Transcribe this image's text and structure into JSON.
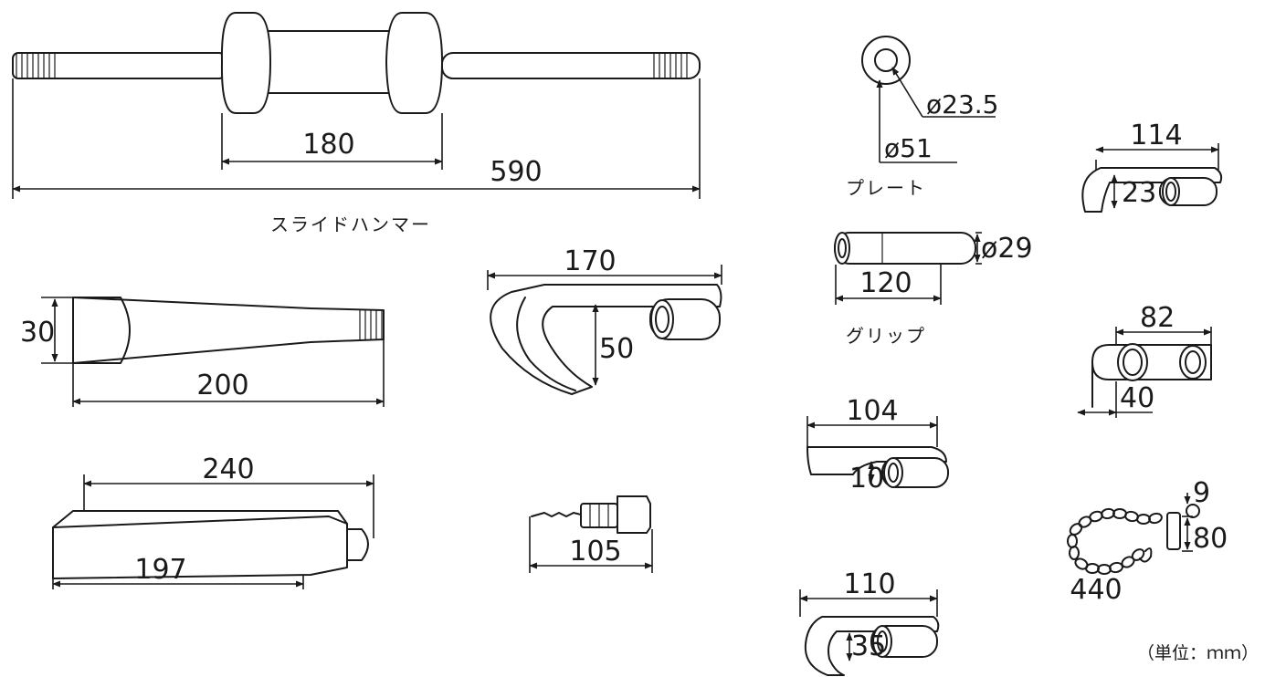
{
  "labels": {
    "slide_hammer": "スライドハンマー",
    "plate": "プレート",
    "grip": "グリップ",
    "unit": "（単位：ｍｍ）"
  },
  "dimensions": {
    "slide_hammer_weight_span": "180",
    "slide_hammer_length": "590",
    "plate_inner_diameter": "ø23.5",
    "plate_outer_diameter": "ø51",
    "hook_114_length": "114",
    "hook_114_height": "23",
    "grip_diameter": "ø29",
    "grip_length": "120",
    "chisel_width": "30",
    "chisel_length": "200",
    "hook_170_length": "170",
    "hook_170_height": "50",
    "double_hook_length": "82",
    "double_hook_offset": "40",
    "flat_hook_length": "104",
    "flat_hook_height": "10",
    "pry_bar_length": "240",
    "pry_bar_inner": "197",
    "screw_adapter_length": "105",
    "chain_ring": "9",
    "chain_hook": "80",
    "chain_length": "440",
    "hook_110_length": "110",
    "hook_110_height": "35"
  }
}
